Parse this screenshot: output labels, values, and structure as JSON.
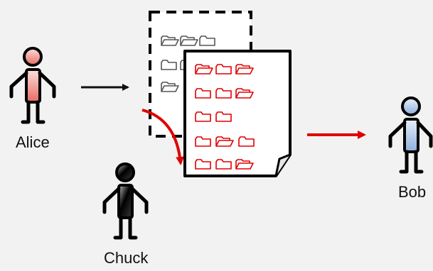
{
  "actors": {
    "alice": {
      "label": "Alice",
      "color": "#f4a6a0"
    },
    "bob": {
      "label": "Bob",
      "color": "#b9cdea"
    },
    "chuck": {
      "label": "Chuck",
      "color": "#1a1a1a"
    }
  },
  "documents": {
    "original": {
      "style": "dashed",
      "icon_color": "#555555"
    },
    "modified": {
      "style": "solid",
      "icon_color": "#e00000"
    }
  },
  "arrows": [
    {
      "from": "alice",
      "to": "original",
      "color": "#111111"
    },
    {
      "from": "original",
      "to": "modified",
      "color": "#e00000"
    },
    {
      "from": "modified",
      "to": "bob",
      "color": "#e00000"
    }
  ]
}
